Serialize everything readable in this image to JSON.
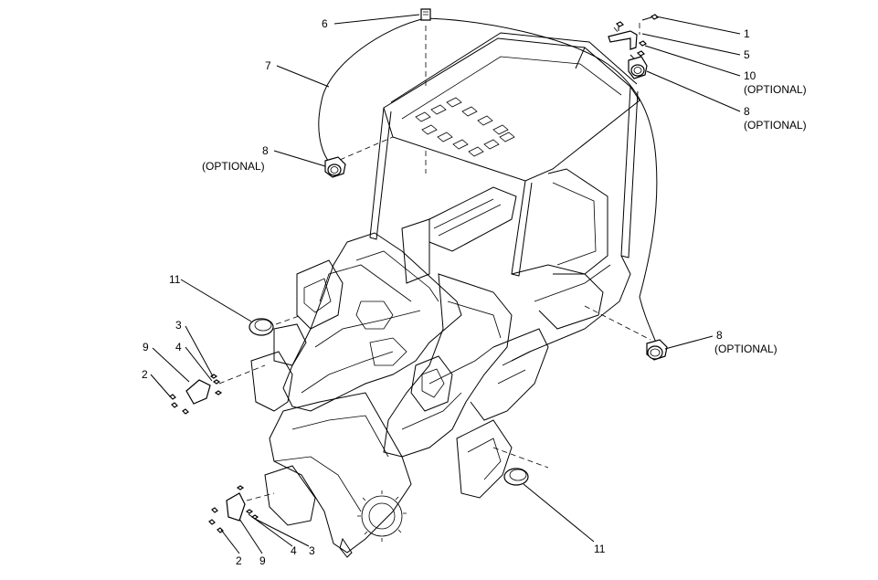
{
  "callouts": {
    "c1": "1",
    "c5": "5",
    "c10": "10",
    "c10_note": "(OPTIONAL)",
    "c8_top": "8",
    "c8_top_note": "(OPTIONAL)",
    "c6": "6",
    "c7": "7",
    "c8_left": "8",
    "c8_left_note": "(OPTIONAL)",
    "c11_left": "11",
    "c3_left": "3",
    "c4_left": "4",
    "c9_left": "9",
    "c2_left": "2",
    "c8_right": "8",
    "c8_right_note": "(OPTIONAL)",
    "c11_bottom": "11",
    "c2_bottom": "2",
    "c9_bottom": "9",
    "c4_bottom": "4",
    "c3_bottom": "3"
  }
}
